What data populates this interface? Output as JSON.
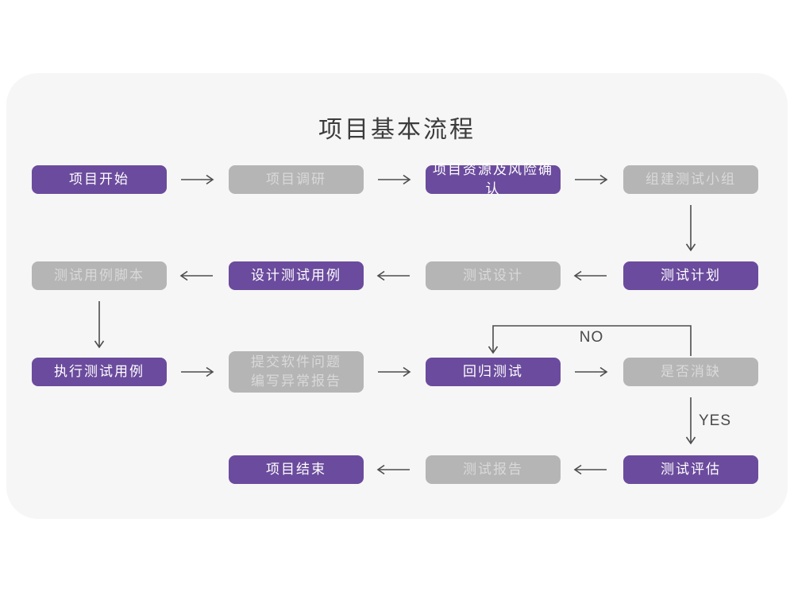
{
  "title": "项目基本流程",
  "decision_labels": {
    "no": "NO",
    "yes": "YES"
  },
  "colors": {
    "purple": "#6b4b9d",
    "gray": "#b5b5b5",
    "card_bg": "#f6f6f6",
    "page_bg": "#ffffff",
    "arrow": "#4d4d4d",
    "gray_text": "#d9d9d9",
    "purple_text": "#ffffff",
    "title_text": "#3c3c3c",
    "label_text": "#4a4a4a"
  },
  "nodes": [
    {
      "label": "项目开始",
      "type": "purple"
    },
    {
      "label": "项目调研",
      "type": "gray"
    },
    {
      "label": "项目资源及风险确认",
      "type": "purple"
    },
    {
      "label": "组建测试小组",
      "type": "gray"
    },
    {
      "label": "测试计划",
      "type": "purple"
    },
    {
      "label": "测试设计",
      "type": "gray"
    },
    {
      "label": "设计测试用例",
      "type": "purple"
    },
    {
      "label": "测试用例脚本",
      "type": "gray"
    },
    {
      "label": "执行测试用例",
      "type": "purple"
    },
    {
      "label": "提交软件问题\n编写异常报告",
      "type": "gray"
    },
    {
      "label": "回归测试",
      "type": "purple"
    },
    {
      "label": "是否消缺",
      "type": "gray"
    },
    {
      "label": "测试评估",
      "type": "purple"
    },
    {
      "label": "测试报告",
      "type": "gray"
    },
    {
      "label": "项目结束",
      "type": "purple"
    }
  ]
}
